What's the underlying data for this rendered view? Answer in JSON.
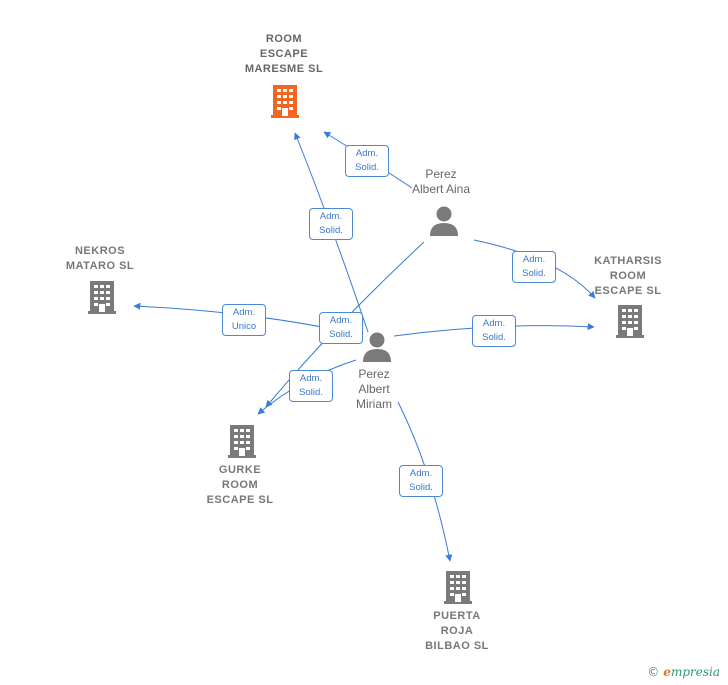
{
  "companies": [
    {
      "id": "room-escape-maresme",
      "name": "ROOM\nESCAPE\nMARESME  SL",
      "focus": true
    },
    {
      "id": "nekros-mataro",
      "name": "NEKROS\nMATARO  SL",
      "focus": false
    },
    {
      "id": "katharsis",
      "name": "KATHARSIS\nROOM\nESCAPE  SL",
      "focus": false
    },
    {
      "id": "gurke",
      "name": "GURKE\nROOM\nESCAPE  SL",
      "focus": false
    },
    {
      "id": "puerta-roja",
      "name": "PUERTA\nROJA\nBILBAO  SL",
      "focus": false
    }
  ],
  "persons": [
    {
      "id": "perez-albert-aina",
      "name": "Perez\nAlbert Aina"
    },
    {
      "id": "perez-albert-miriam",
      "name": "Perez\nAlbert\nMiriam"
    }
  ],
  "relations": [
    {
      "id": "aina-maresme",
      "label": "Adm.\nSolid."
    },
    {
      "id": "miriam-maresme",
      "label": "Adm.\nSolid."
    },
    {
      "id": "aina-katharsis",
      "label": "Adm.\nSolid."
    },
    {
      "id": "miriam-nekros",
      "label": "Adm.\nUnico"
    },
    {
      "id": "aina-gurke",
      "label": "Adm.\nSolid."
    },
    {
      "id": "miriam-katharsis",
      "label": "Adm.\nSolid."
    },
    {
      "id": "miriam-gurke",
      "label": "Adm.\nSolid."
    },
    {
      "id": "miriam-puerta",
      "label": "Adm.\nSolid."
    }
  ],
  "colors": {
    "focus_company": "#f26522",
    "company": "#7a7a7a",
    "person": "#7a7a7a",
    "edge": "#3a7bd5"
  },
  "footer": {
    "copyright": "©",
    "brand_initial": "e",
    "brand_rest": "mpresia"
  }
}
